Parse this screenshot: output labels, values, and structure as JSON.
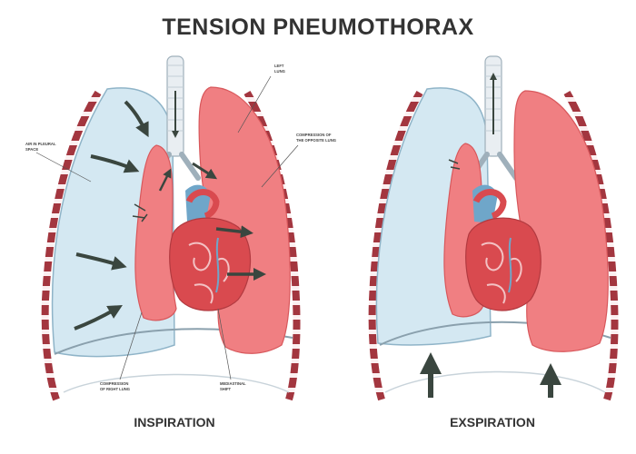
{
  "title": "TENSION PNEUMOTHORAX",
  "panels": {
    "inspiration": {
      "caption": "INSPIRATION",
      "labels": {
        "air_in_pleural_space": [
          "AIR IN PLEURAL",
          "SPACE"
        ],
        "left_lung": [
          "LEFT",
          "LUNG"
        ],
        "compression_opposite_lung": [
          "COMPRESSION OF",
          "THE OPPOSITE LUNG"
        ],
        "compression_right_lung": [
          "COMPRESSION",
          "OF RIGHT LUNG"
        ],
        "mediastinal_shift": [
          "MEDIASTINAL",
          "SHIFT"
        ]
      }
    },
    "expiration": {
      "caption": "EXSPIRATION"
    }
  },
  "colors": {
    "pleural_air": "#d4e8f2",
    "lung": "#f07f82",
    "lung_edge": "#d8585c",
    "rib": "#a3363f",
    "heart": "#d94a4f",
    "aorta_vessel": "#6fa6c9",
    "arrow": "#3a463f",
    "trachea": "#e9eef2"
  },
  "icons": [
    "air-flow-arrow-icon",
    "mediastinal-shift-arrow-icon",
    "diaphragm-push-arrow-icon",
    "airway-arrow-icon"
  ]
}
